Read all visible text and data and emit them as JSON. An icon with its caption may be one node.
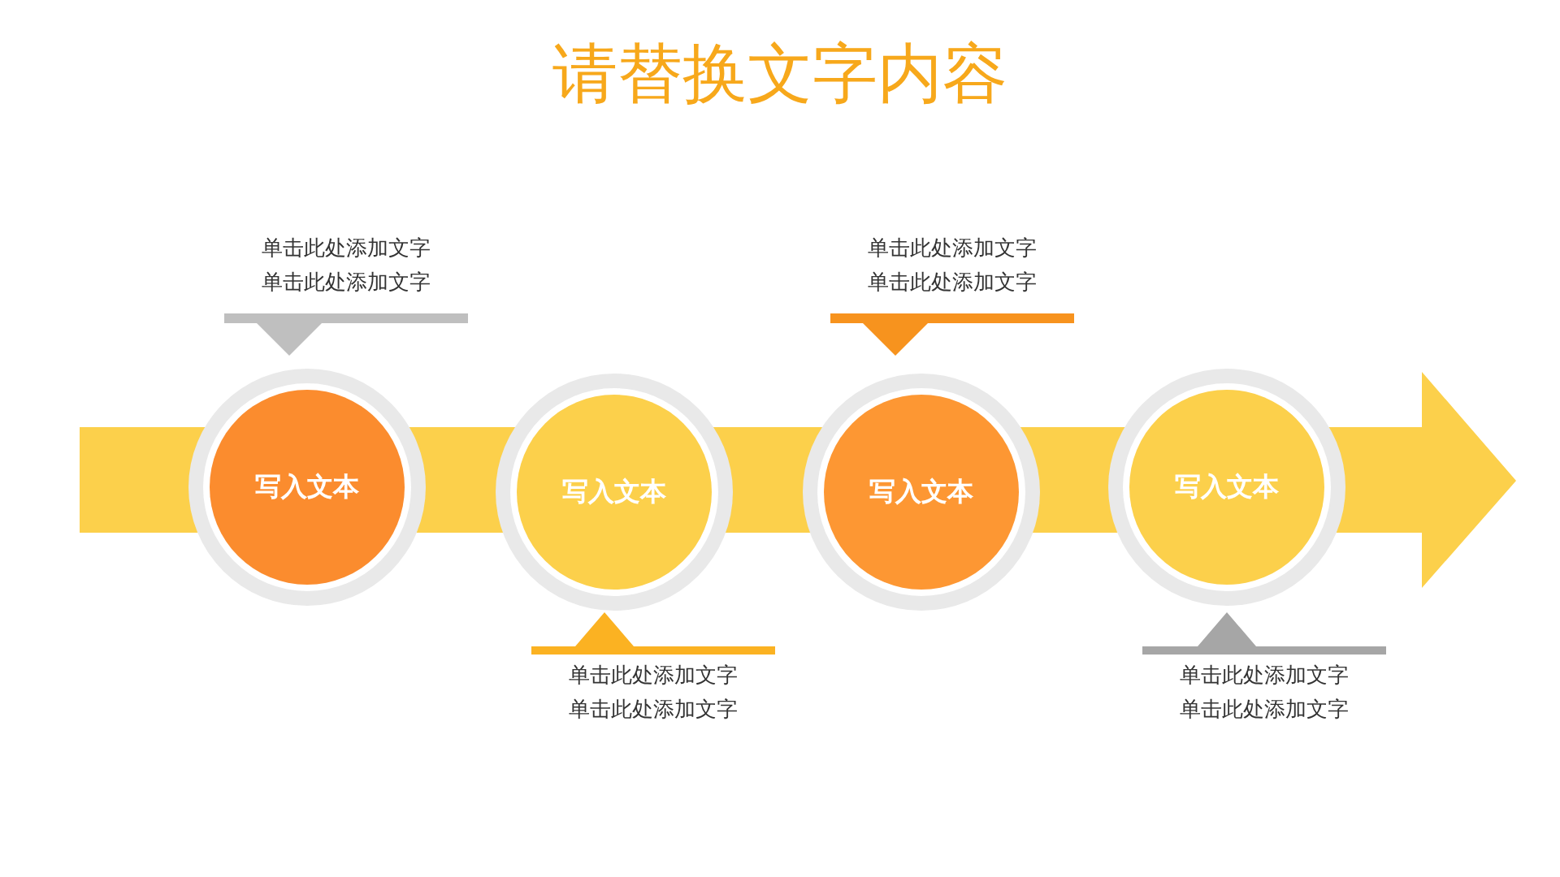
{
  "diagram": {
    "title": "请替换文字内容",
    "nodes": [
      {
        "text": [
          "写入文本"
        ]
      },
      {
        "text": [
          "写入文本"
        ]
      },
      {
        "text": [
          "写入文本"
        ]
      },
      {
        "text": [
          "写入文本"
        ]
      },
      {
        "text": [
          "单击此处添加文字",
          "单击此处添加文字"
        ]
      },
      {
        "text": [
          "单击此处添加文字",
          "单击此处添加文字"
        ]
      },
      {
        "text": [
          "单击此处添加文字",
          "单击此处添加文字"
        ]
      },
      {
        "text": [
          "单击此处添加文字",
          "单击此处添加文字"
        ]
      }
    ]
  }
}
